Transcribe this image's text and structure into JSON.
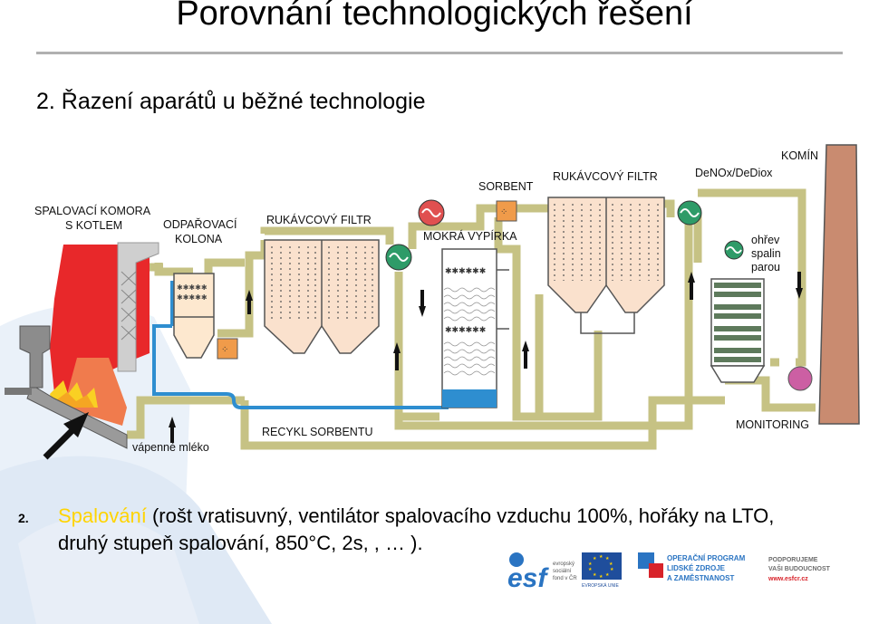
{
  "title": "Porovnání technologických řešení",
  "subtitle": "2. Řazení aparátů u běžné technologie",
  "labels": {
    "spalovaci_komora_1": "SPALOVACÍ KOMORA",
    "spalovaci_komora_2": "S KOTLEM",
    "odparovaci_1": "ODPAŘOVACÍ",
    "odparovaci_2": "KOLONA",
    "rukavcovy_filtr_1": "RUKÁVCOVÝ FILTR",
    "sorbent": "SORBENT",
    "mokra_vypirka": "MOKRÁ VYPÍRKA",
    "rukavcovy_filtr_2": "RUKÁVCOVÝ FILTR",
    "denox": "DeNOx/DeDiox",
    "komin": "KOMÍN",
    "ohrev_1": "ohřev",
    "ohrev_2": "spalin",
    "ohrev_3": "parou",
    "monitoring": "MONITORING",
    "recykl": "RECYKL SORBENTU",
    "vapenne": "vápenné mléko"
  },
  "note": {
    "number": "2.",
    "highlight": "Spalování",
    "line1_rest": " (rošt vratisuvný, ventilátor spalovacího vzduchu 100%, hořáky na LTO,",
    "line2": "druhý stupeň spalování, 850°C, 2s, , … )."
  },
  "logos": {
    "esf_word": "esf",
    "esf_small_1": "evropský",
    "esf_small_2": "sociální",
    "esf_small_3": "fond v ČR",
    "eu_caption": "EVROPSKÁ UNIE",
    "op_1": "OPERAČNÍ PROGRAM",
    "op_2": "LIDSKÉ ZDROJE",
    "op_3": "A ZAMĚSTNANOST",
    "support_1": "PODPORUJEME",
    "support_2": "VAŠI BUDOUCNOST",
    "support_3": "www.esfcr.cz"
  },
  "colors": {
    "duct": "#c6c284",
    "water": "#2e8ed0",
    "boiler_red": "#e8282a",
    "vessel_fill": "#fae1cd",
    "fan_green": "#2e9b68",
    "fan_red": "#e05050",
    "stack": "#c98b70",
    "monitor": "#cc5fa3",
    "highlight_text": "#ffd400"
  }
}
